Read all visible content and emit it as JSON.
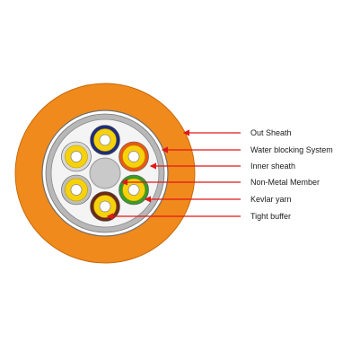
{
  "colors": {
    "outer_sheath": "#f08a1c",
    "outer_sheath_stroke": "#c86a0a",
    "water_blocking_ring": "#b8b8b8",
    "inner_sheath_ring": "#9e9e9e",
    "kevlar_fill": "#f4f4f4",
    "strength_member": "#c9c9c9",
    "tight_buffer_yellow": "#f7d20a",
    "fiber_core": "#ffffff",
    "leader_line": "#e01818"
  },
  "tubes": [
    {
      "name": "tube-top",
      "jacket_color": "#1f2d7a"
    },
    {
      "name": "tube-upper-right",
      "jacket_color": "#e85a14"
    },
    {
      "name": "tube-lower-right",
      "jacket_color": "#3a9a2a"
    },
    {
      "name": "tube-bottom",
      "jacket_color": "#6b2a1a"
    },
    {
      "name": "tube-lower-left",
      "jacket_color": "#bdbdbd"
    },
    {
      "name": "tube-upper-left",
      "jacket_color": "#d8d8d8"
    }
  ],
  "labels": [
    {
      "key": "out_sheath",
      "text": "Out Sheath"
    },
    {
      "key": "water_blocking",
      "text": "Water blocking System"
    },
    {
      "key": "inner_sheath",
      "text": "Inner sheath"
    },
    {
      "key": "non_metal",
      "text": "Non-Metal Member"
    },
    {
      "key": "kevlar",
      "text": "Kevlar yarn"
    },
    {
      "key": "tight_buffer",
      "text": "Tight buffer"
    }
  ]
}
